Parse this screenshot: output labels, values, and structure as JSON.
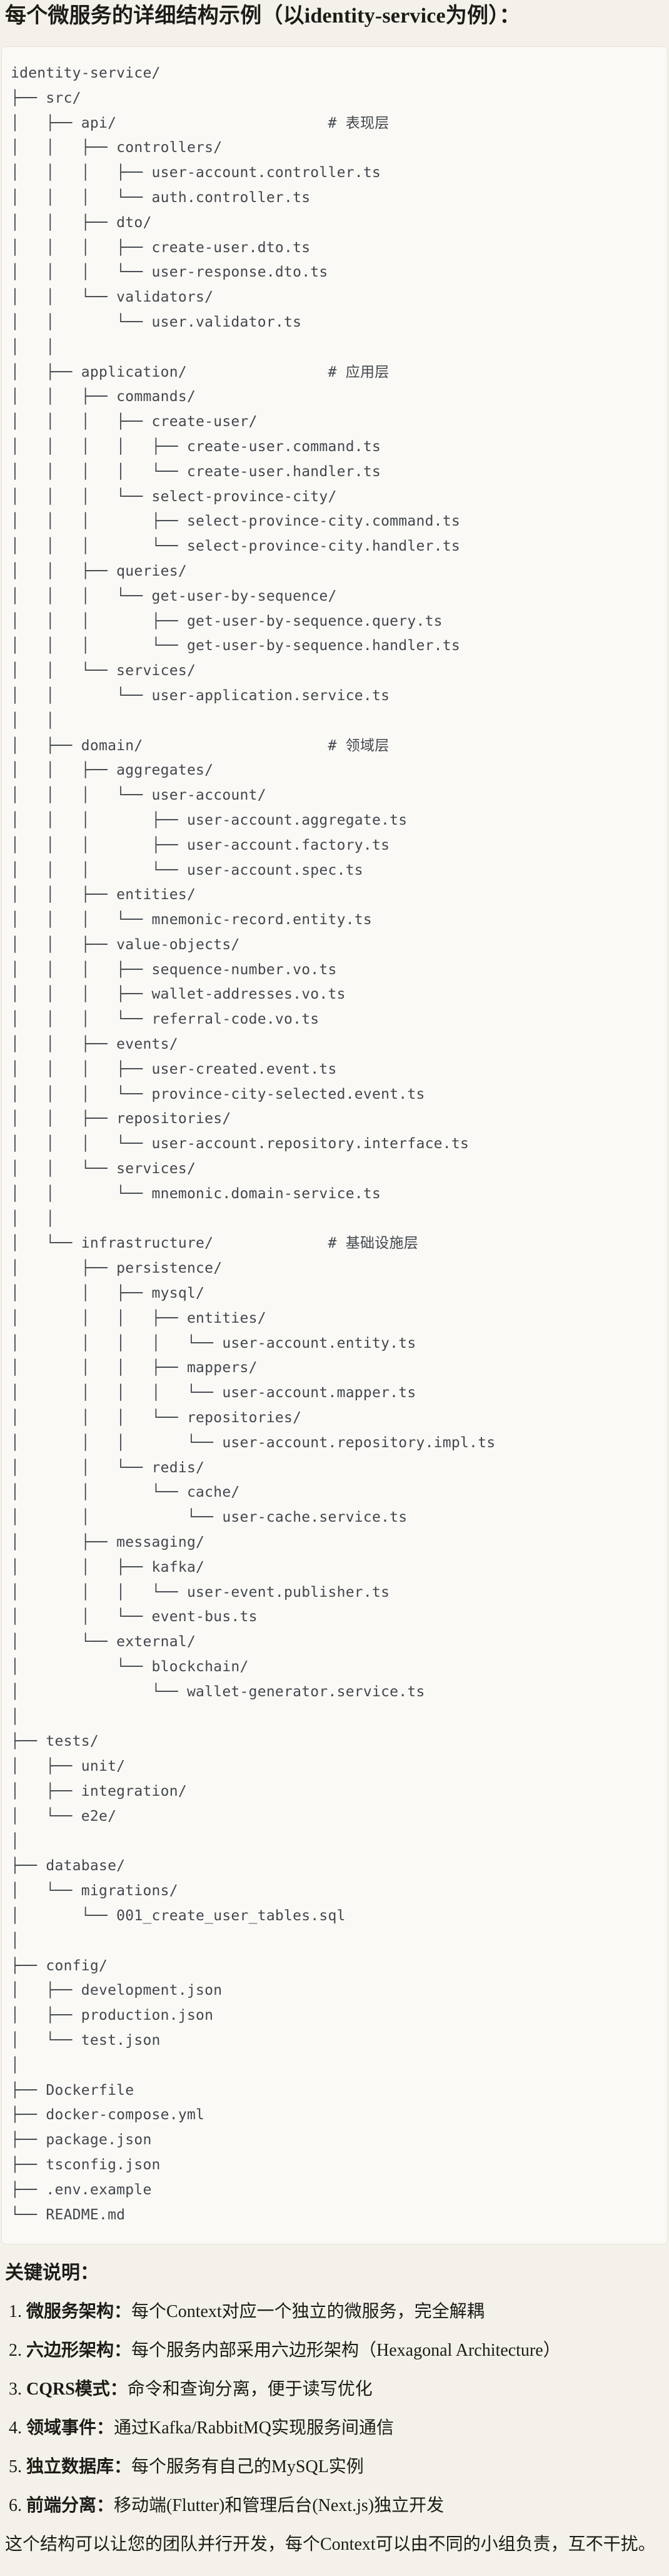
{
  "page": {
    "title": "每个微服务的详细结构示例（以identity-service为例）："
  },
  "code_block": {
    "language": "text",
    "tree_lines": [
      "identity-service/",
      "├── src/",
      "│   ├── api/                        # 表现层",
      "│   │   ├── controllers/",
      "│   │   │   ├── user-account.controller.ts",
      "│   │   │   └── auth.controller.ts",
      "│   │   ├── dto/",
      "│   │   │   ├── create-user.dto.ts",
      "│   │   │   └── user-response.dto.ts",
      "│   │   └── validators/",
      "│   │       └── user.validator.ts",
      "│   │",
      "│   ├── application/                # 应用层",
      "│   │   ├── commands/",
      "│   │   │   ├── create-user/",
      "│   │   │   │   ├── create-user.command.ts",
      "│   │   │   │   └── create-user.handler.ts",
      "│   │   │   └── select-province-city/",
      "│   │   │       ├── select-province-city.command.ts",
      "│   │   │       └── select-province-city.handler.ts",
      "│   │   ├── queries/",
      "│   │   │   └── get-user-by-sequence/",
      "│   │   │       ├── get-user-by-sequence.query.ts",
      "│   │   │       └── get-user-by-sequence.handler.ts",
      "│   │   └── services/",
      "│   │       └── user-application.service.ts",
      "│   │",
      "│   ├── domain/                     # 领域层",
      "│   │   ├── aggregates/",
      "│   │   │   └── user-account/",
      "│   │   │       ├── user-account.aggregate.ts",
      "│   │   │       ├── user-account.factory.ts",
      "│   │   │       └── user-account.spec.ts",
      "│   │   ├── entities/",
      "│   │   │   └── mnemonic-record.entity.ts",
      "│   │   ├── value-objects/",
      "│   │   │   ├── sequence-number.vo.ts",
      "│   │   │   ├── wallet-addresses.vo.ts",
      "│   │   │   └── referral-code.vo.ts",
      "│   │   ├── events/",
      "│   │   │   ├── user-created.event.ts",
      "│   │   │   └── province-city-selected.event.ts",
      "│   │   ├── repositories/",
      "│   │   │   └── user-account.repository.interface.ts",
      "│   │   └── services/",
      "│   │       └── mnemonic.domain-service.ts",
      "│   │",
      "│   └── infrastructure/             # 基础设施层",
      "│       ├── persistence/",
      "│       │   ├── mysql/",
      "│       │   │   ├── entities/",
      "│       │   │   │   └── user-account.entity.ts",
      "│       │   │   ├── mappers/",
      "│       │   │   │   └── user-account.mapper.ts",
      "│       │   │   └── repositories/",
      "│       │   │       └── user-account.repository.impl.ts",
      "│       │   └── redis/",
      "│       │       └── cache/",
      "│       │           └── user-cache.service.ts",
      "│       ├── messaging/",
      "│       │   ├── kafka/",
      "│       │   │   └── user-event.publisher.ts",
      "│       │   └── event-bus.ts",
      "│       └── external/",
      "│           └── blockchain/",
      "│               └── wallet-generator.service.ts",
      "│",
      "├── tests/",
      "│   ├── unit/",
      "│   ├── integration/",
      "│   └── e2e/",
      "│",
      "├── database/",
      "│   └── migrations/",
      "│       └── 001_create_user_tables.sql",
      "│",
      "├── config/",
      "│   ├── development.json",
      "│   ├── production.json",
      "│   └── test.json",
      "│",
      "├── Dockerfile",
      "├── docker-compose.yml",
      "├── package.json",
      "├── tsconfig.json",
      "├── .env.example",
      "└── README.md"
    ]
  },
  "notes": {
    "heading": "关键说明：",
    "items": [
      {
        "num": "1.",
        "term": "微服务架构：",
        "desc": "每个Context对应一个独立的微服务，完全解耦"
      },
      {
        "num": "2.",
        "term": "六边形架构：",
        "desc": "每个服务内部采用六边形架构（Hexagonal Architecture）"
      },
      {
        "num": "3.",
        "term": "CQRS模式：",
        "desc": "命令和查询分离，便于读写优化"
      },
      {
        "num": "4.",
        "term": "领域事件：",
        "desc": "通过Kafka/RabbitMQ实现服务间通信"
      },
      {
        "num": "5.",
        "term": "独立数据库：",
        "desc": "每个服务有自己的MySQL实例"
      },
      {
        "num": "6.",
        "term": "前端分离：",
        "desc": "移动端(Flutter)和管理后台(Next.js)独立开发"
      }
    ],
    "closing": "这个结构可以让您的团队并行开发，每个Context可以由不同的小组负责，互不干扰。"
  }
}
